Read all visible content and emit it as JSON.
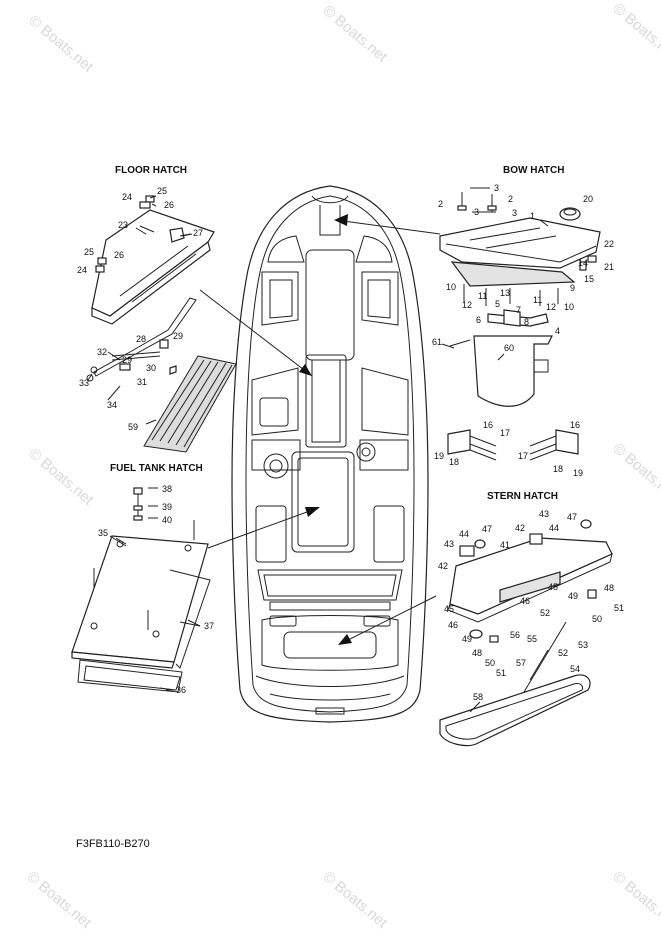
{
  "watermark": "© Boats.net",
  "sections": {
    "floor_hatch": "FLOOR HATCH",
    "bow_hatch": "BOW HATCH",
    "fuel_tank_hatch": "FUEL TANK HATCH",
    "stern_hatch": "STERN HATCH"
  },
  "diagram_code": "F3FB110-B270",
  "callouts": {
    "c1": "1",
    "c2": "2",
    "c3": "3",
    "c4": "4",
    "c5": "5",
    "c6": "6",
    "c7": "7",
    "c8": "8",
    "c9": "9",
    "c10": "10",
    "c11": "11",
    "c12": "12",
    "c13": "13",
    "c14": "14",
    "c15": "15",
    "c16": "16",
    "c17": "17",
    "c18": "18",
    "c19": "19",
    "c20": "20",
    "c21": "21",
    "c22": "22",
    "c23": "23",
    "c24": "24",
    "c25": "25",
    "c26": "26",
    "c27": "27",
    "c28": "28",
    "c29": "29",
    "c30": "30",
    "c31": "31",
    "c32": "32",
    "c33": "33",
    "c34": "34",
    "c35": "35",
    "c36": "36",
    "c37": "37",
    "c38": "38",
    "c39": "39",
    "c40": "40",
    "c41": "41",
    "c42": "42",
    "c43": "43",
    "c44": "44",
    "c45": "45",
    "c46": "46",
    "c47": "47",
    "c48": "48",
    "c49": "49",
    "c50": "50",
    "c51": "51",
    "c52": "52",
    "c53": "53",
    "c54": "54",
    "c55": "55",
    "c56": "56",
    "c57": "57",
    "c58": "58",
    "c59": "59",
    "c60": "60",
    "c61": "61"
  }
}
